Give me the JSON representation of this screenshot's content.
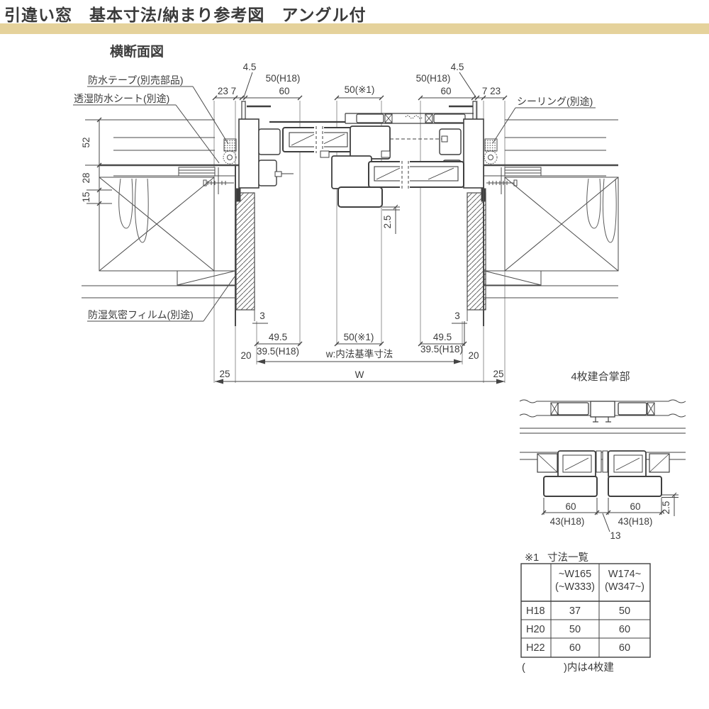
{
  "header": {
    "title": "引違い窓　基本寸法/納まり参考図　アングル付",
    "accent_color": "#e5d29b"
  },
  "drawing": {
    "section_title": "横断面図",
    "callouts": {
      "waterproof_tape": "防水テープ(別売部品)",
      "moisture_sheet": "透湿防水シート(別途)",
      "sealing": "シーリング(別途)",
      "vapor_film": "防湿気密フィルム(別途)"
    },
    "dims": {
      "top": {
        "left_23_7": "23 7",
        "left_45": "4.5",
        "left_50h18": "50(H18)",
        "left_60": "60",
        "center_50": "50(※1)",
        "right_50h18": "50(H18)",
        "right_60": "60",
        "right_45": "4.5",
        "right_7_23": "7 23"
      },
      "left": {
        "d52": "52",
        "d28": "28",
        "d15": "15"
      },
      "middle": {
        "d25": "2.5"
      },
      "bottom": {
        "left_3": "3",
        "right_3": "3",
        "left_495": "49.5",
        "left_395": "39.5(H18)",
        "center_50": "50(※1)",
        "naiho": "w:内法基準寸法",
        "right_495": "49.5",
        "right_395": "39.5(H18)",
        "left_20": "20",
        "right_20": "20",
        "left_25": "25",
        "right_25": "25",
        "w_label": "W"
      }
    }
  },
  "detail": {
    "title": "4枚建合掌部",
    "dims": {
      "left_60": "60",
      "right_60": "60",
      "left_43": "43(H18)",
      "right_43": "43(H18)",
      "gap_13": "13",
      "d25": "2.5"
    }
  },
  "size_table": {
    "ref": "※1",
    "title": "寸法一覧",
    "col1_line1": "~W165",
    "col1_line2": "(~W333)",
    "col2_line1": "W174~",
    "col2_line2": "(W347~)",
    "rows": [
      {
        "label": "H18",
        "v1": "37",
        "v2": "50"
      },
      {
        "label": "H20",
        "v1": "50",
        "v2": "60"
      },
      {
        "label": "H22",
        "v1": "60",
        "v2": "60"
      }
    ],
    "footnote_open": "(",
    "footnote_close": ")内は4枚建"
  }
}
